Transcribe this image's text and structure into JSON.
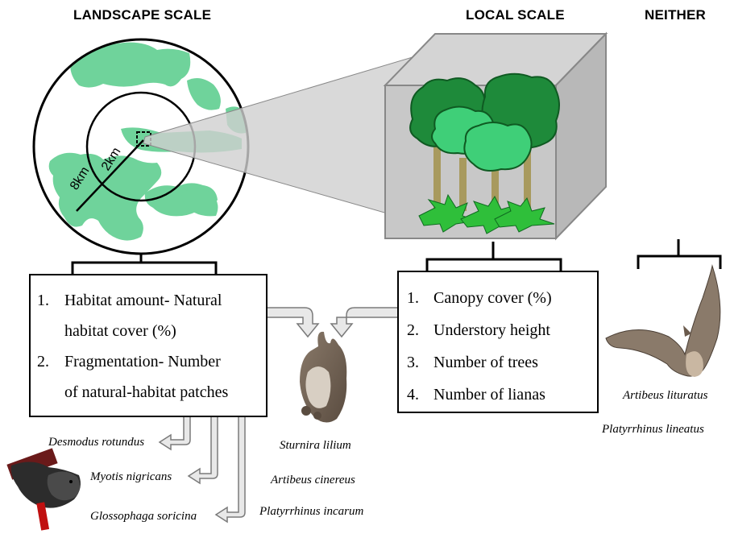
{
  "headings": {
    "landscape": "LANDSCAPE SCALE",
    "local": "LOCAL SCALE",
    "neither": "NEITHER"
  },
  "radius_labels": {
    "outer": "8km",
    "inner": "2km"
  },
  "landscape_box": {
    "items": [
      {
        "num": "1.",
        "line1": "Habitat amount- Natural",
        "line2": "habitat cover (%)"
      },
      {
        "num": "2.",
        "line1": "Fragmentation- Number",
        "line2": "of natural-habitat patches"
      }
    ]
  },
  "local_box": {
    "items": [
      {
        "num": "1.",
        "text": "Canopy cover (%)"
      },
      {
        "num": "2.",
        "text": "Understory height"
      },
      {
        "num": "3.",
        "text": "Number of trees"
      },
      {
        "num": "4.",
        "text": "Number of lianas"
      }
    ]
  },
  "species": {
    "landscape": [
      "Desmodus rotundus",
      "Myotis nigricans",
      "Glossophaga soricina"
    ],
    "both": [
      "Sturnira lilium",
      "Artibeus cinereus",
      "Platyrrhinus incarum"
    ],
    "neither": [
      "Artibeus lituratus",
      "Platyrrhinus lineatus"
    ]
  },
  "colors": {
    "habitat_patch": "#6fd39b",
    "cube_face": "#c8c8c8",
    "tree_dark": "#1e8a3a",
    "tree_light": "#3fcf78",
    "trunk": "#a89a5e",
    "arrow_fill": "#e8e8e8"
  }
}
